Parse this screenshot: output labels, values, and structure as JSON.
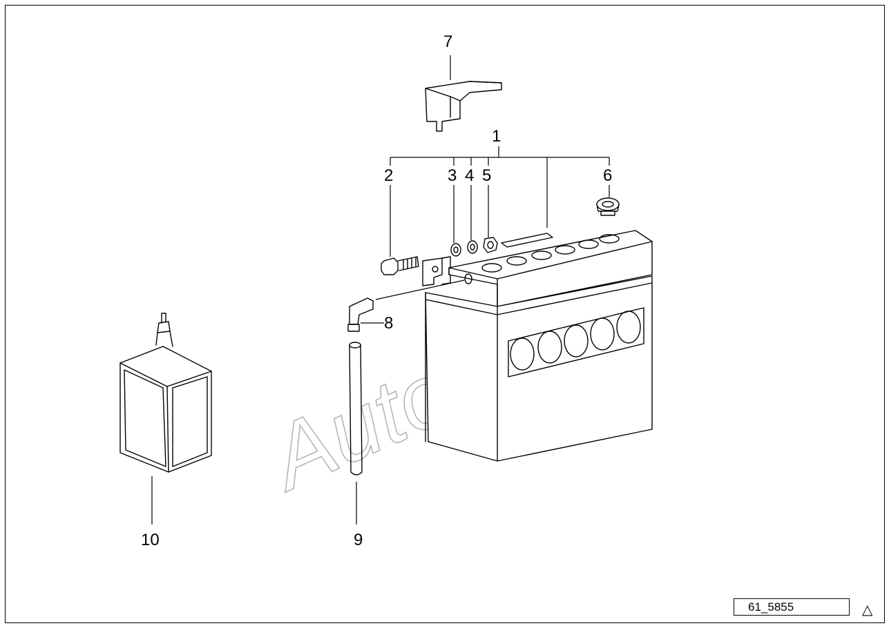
{
  "diagram": {
    "callouts": {
      "c1": "1",
      "c2": "2",
      "c3": "3",
      "c4": "4",
      "c5": "5",
      "c6": "6",
      "c7": "7",
      "c8": "8",
      "c9": "9",
      "c10": "10"
    },
    "watermark": "AutoSoft",
    "reference_code": "61_5855",
    "warning_symbol": "△"
  }
}
